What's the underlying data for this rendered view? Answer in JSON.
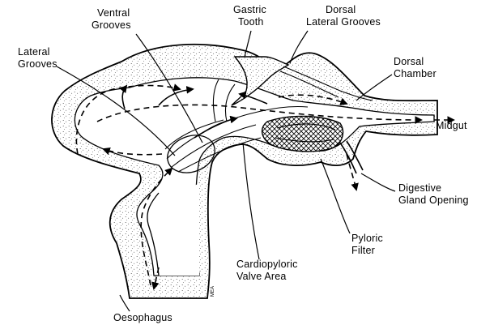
{
  "diagram": {
    "labels": {
      "ventral_grooves": [
        "Ventral",
        "Grooves"
      ],
      "gastric_tooth": [
        "Gastric",
        "Tooth"
      ],
      "dorsal_lateral_grooves": [
        "Dorsal",
        "Lateral Grooves"
      ],
      "lateral_grooves": [
        "Lateral",
        "Grooves"
      ],
      "dorsal_chamber": [
        "Dorsal",
        "Chamber"
      ],
      "midgut": "Midgut",
      "digestive_gland_opening": [
        "Digestive",
        "Gland Opening"
      ],
      "pyloric_filter": [
        "Pyloric",
        "Filter"
      ],
      "cardiopyloric_valve_area": [
        "Cardiopyloric",
        "Valve Area"
      ],
      "oesophagus": "Oesophagus"
    },
    "signature": "MEA"
  }
}
